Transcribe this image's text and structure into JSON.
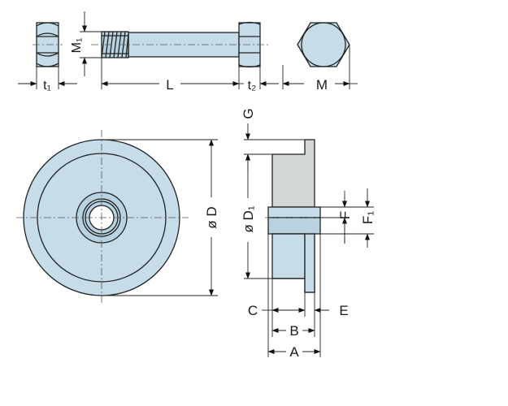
{
  "labels": {
    "t1": "t₁",
    "m1": "M₁",
    "L": "L",
    "t2": "t₂",
    "M": "M",
    "G": "G",
    "OD": "ø D",
    "OD1": "ø D₁",
    "F": "F",
    "F1": "F₁",
    "C": "C",
    "E": "E",
    "B": "B",
    "A": "A"
  },
  "colors": {
    "part_fill": "#c6dde9",
    "grey_fill": "#d4d7d8",
    "line": "#222222"
  }
}
